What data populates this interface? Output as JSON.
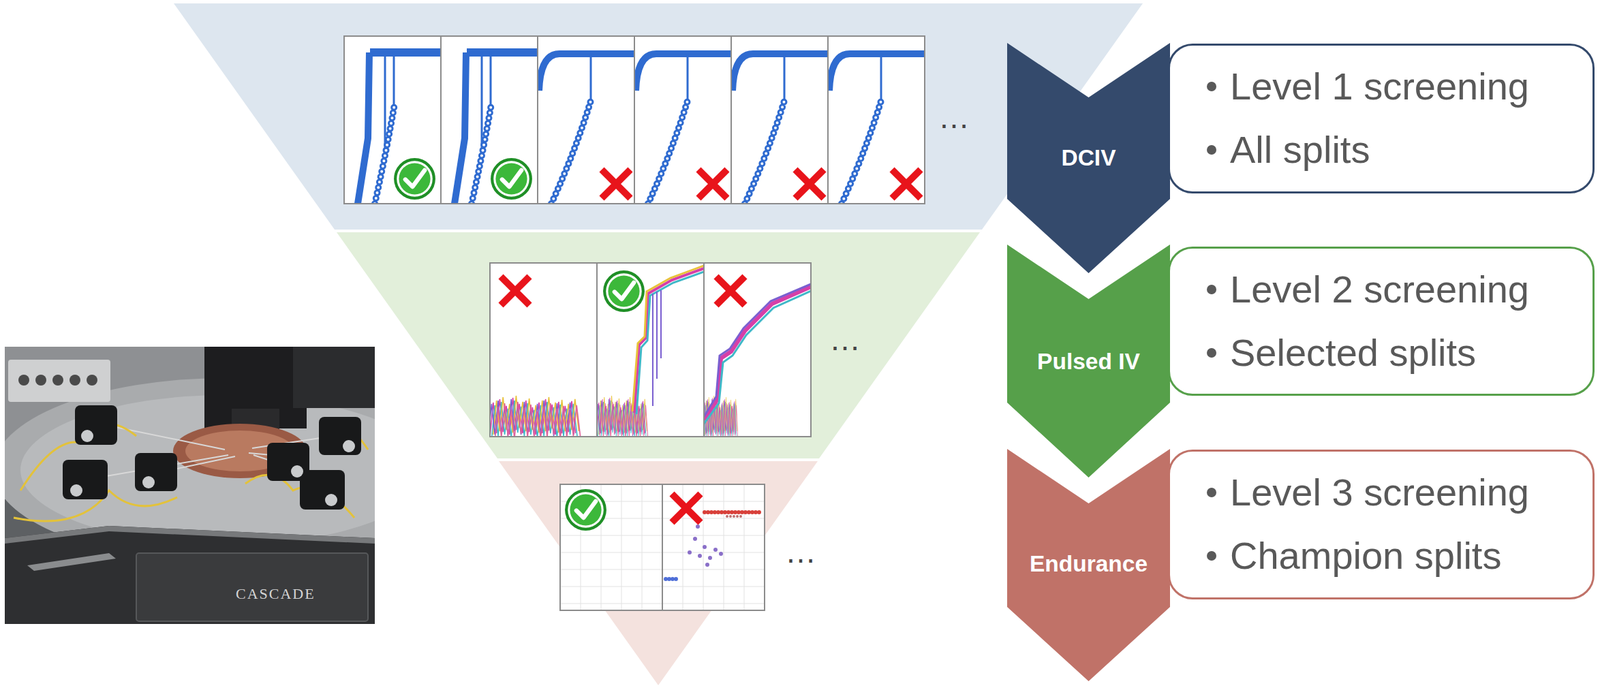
{
  "diagram": {
    "nodes": [
      {
        "text": [
          "DCIV"
        ]
      },
      {
        "text": [
          "Level 1 screening",
          "All splits"
        ]
      },
      {
        "text": [
          "Pulsed IV"
        ]
      },
      {
        "text": [
          "Level 2 screening",
          "Selected splits"
        ]
      },
      {
        "text": [
          "Endurance"
        ]
      },
      {
        "text": [
          "Level 3 screening",
          "Champion splits"
        ]
      }
    ],
    "labels": [
      "…",
      "…",
      "…",
      "CASCADE"
    ]
  }
}
